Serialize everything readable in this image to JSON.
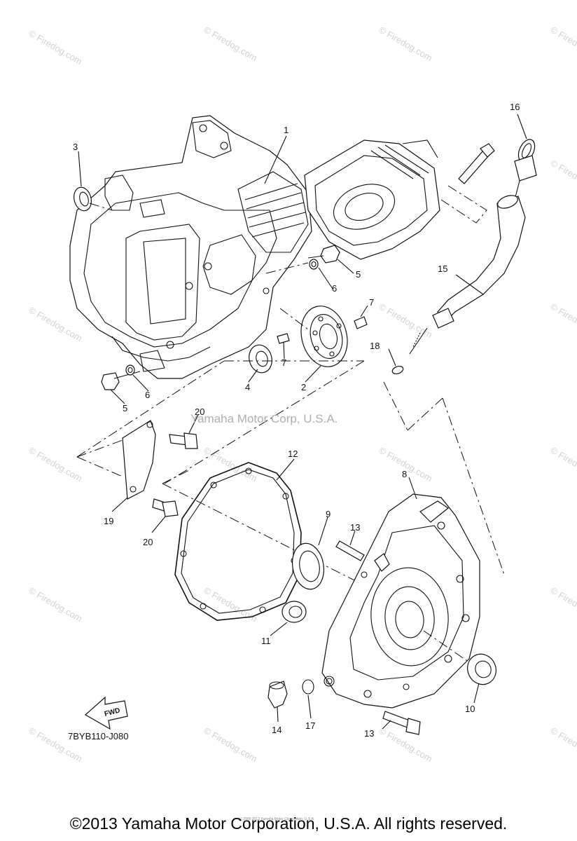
{
  "watermark": {
    "text": "© Firedog.com"
  },
  "center_watermark": "Yamaha Motor Corp, U.S.A.",
  "part_code": "7BYB110-J080",
  "fwd_label": "FWD",
  "fine_print": "(c) 2006 2013 Yamaha Motor Corporation, U.S.A.",
  "copyright": "©2013 Yamaha Motor Corporation, U.S.A. All rights reserved.",
  "callouts": [
    "1",
    "2",
    "3",
    "5",
    "6",
    "7",
    "7",
    "4",
    "2",
    "5",
    "6",
    "16",
    "15",
    "18",
    "20",
    "12",
    "8",
    "19",
    "20",
    "9",
    "13",
    "11",
    "10",
    "14",
    "17",
    "13"
  ]
}
